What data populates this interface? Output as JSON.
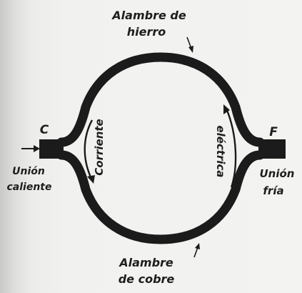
{
  "labels": {
    "iron_wire": [
      "Alambre de",
      "hierro"
    ],
    "copper_wire": [
      "Alambre",
      "de cobre"
    ],
    "hot_junction": [
      "Unión",
      "caliente"
    ],
    "cold_junction": [
      "Unión",
      "fría"
    ],
    "junction_c": "C",
    "junction_f": "F",
    "current_left": "Corriente",
    "current_right": "eléctrica"
  },
  "colors": {
    "wire": "#1b1b1b",
    "text": "#1e1e1e",
    "paper": "#f1f1ef"
  }
}
